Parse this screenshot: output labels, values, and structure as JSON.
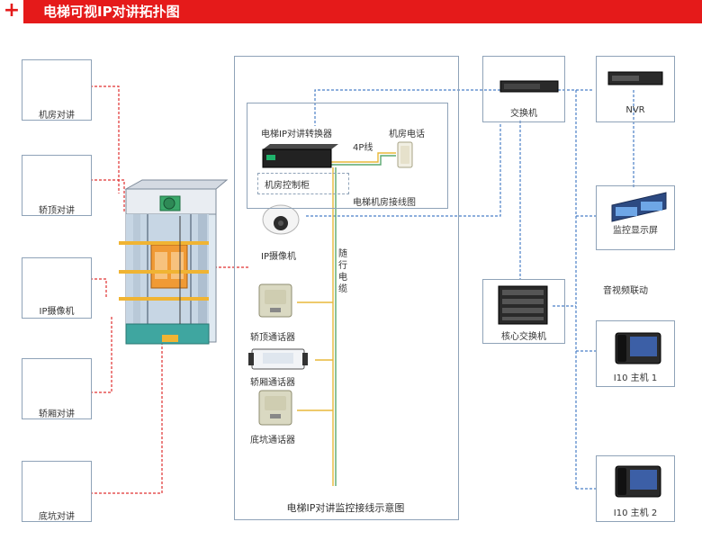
{
  "title": "电梯可视IP对讲拓扑图",
  "plus_symbol": "+",
  "left_devices": [
    {
      "label": "机房对讲",
      "icon": "handset-phone-icon"
    },
    {
      "label": "轿顶对讲",
      "icon": "intercom-box-icon"
    },
    {
      "label": "IP摄像机",
      "icon": "dome-camera-icon"
    },
    {
      "label": "轿厢对讲",
      "icon": "car-panel-icon"
    },
    {
      "label": "底坑对讲",
      "icon": "intercom-box-icon"
    }
  ],
  "center": {
    "converter_label": "电梯IP对讲转换器",
    "room_phone_label": "机房电话",
    "line_4p_label": "4P线",
    "control_cabinet_label": "机房控制柜",
    "machine_room_wiring_label": "电梯机房接线图",
    "ip_camera_label": "IP摄像机",
    "travel_cable_label": "随行电缆",
    "car_top_label": "轿顶通话器",
    "car_label": "轿厢通话器",
    "pit_label": "底坑通话器",
    "diagram_caption": "电梯IP对讲监控接线示意图"
  },
  "right": {
    "switch_label": "交换机",
    "nvr_label": "NVR",
    "monitor_label": "监控显示屏",
    "av_link_label": "音视频联动",
    "core_switch_label": "核心交换机",
    "host1_label": "I10 主机 1",
    "host2_label": "I10 主机 2"
  },
  "colors": {
    "title_red": "#e51a1a",
    "dashed_red": "#e03030",
    "dashed_blue": "#4a7fc6",
    "cable_yellow": "#e8b83a",
    "cable_green": "#5aa870",
    "box_border": "#8fa3b8"
  }
}
